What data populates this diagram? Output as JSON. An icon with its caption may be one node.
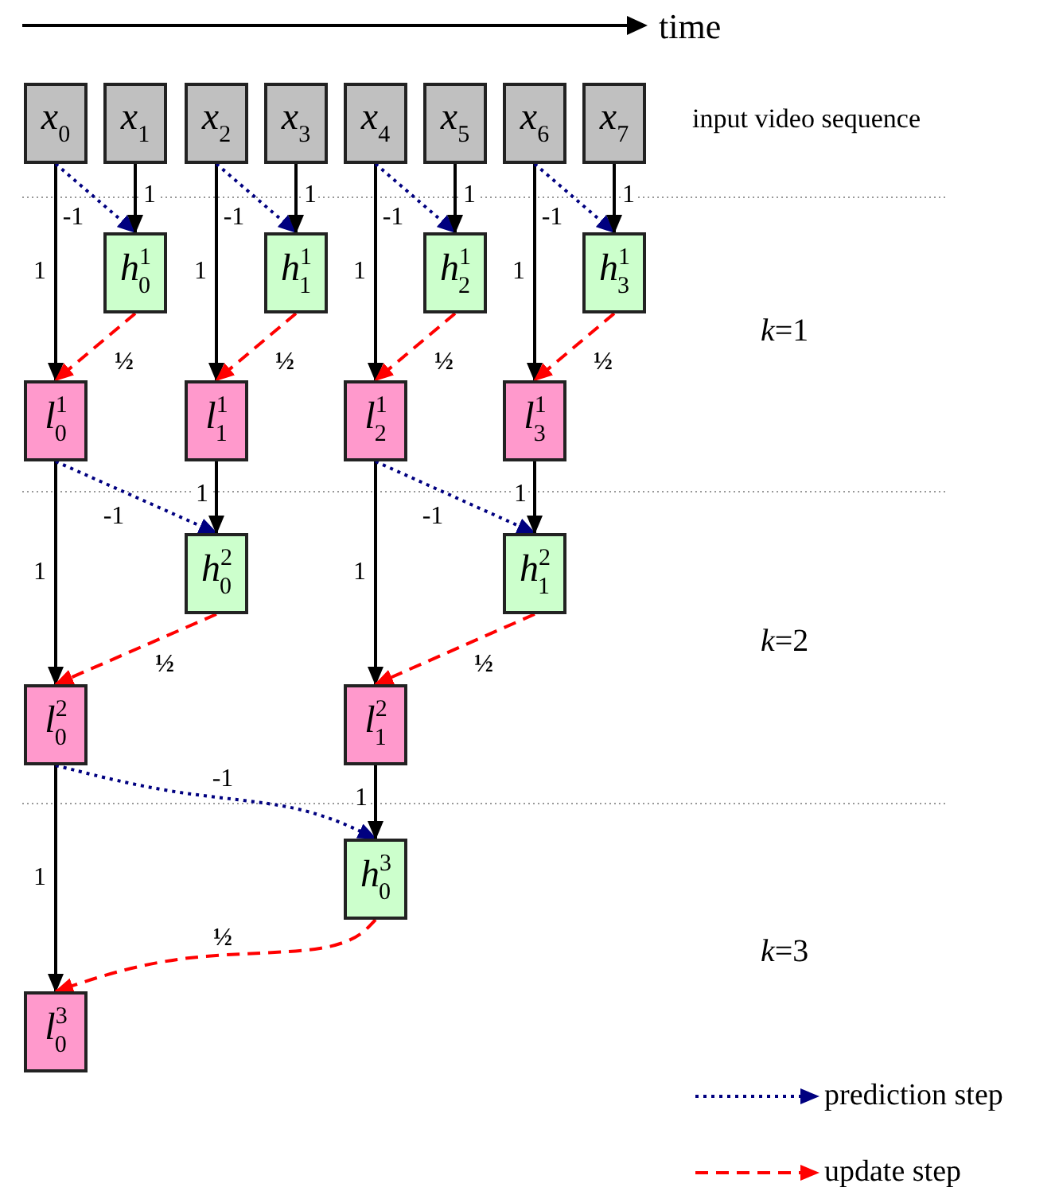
{
  "diagram": {
    "nodes": [
      {
        "text": [
          "*x*$_{0}$"
        ]
      },
      {
        "text": [
          "*x*$_{1}$"
        ]
      },
      {
        "text": [
          "*x*$_{2}$"
        ]
      },
      {
        "text": [
          "*x*$_{3}$"
        ]
      },
      {
        "text": [
          "*x*$_{4}$"
        ]
      },
      {
        "text": [
          "*x*$_{5}$"
        ]
      },
      {
        "text": [
          "*x*$_{6}$"
        ]
      },
      {
        "text": [
          "*x*$_{7}$"
        ]
      },
      {
        "text": [
          "*h*$^{1}$$_{0}$"
        ]
      },
      {
        "text": [
          "*h*$^{1}$$_{1}$"
        ]
      },
      {
        "text": [
          "*h*$^{1}$$_{2}$"
        ]
      },
      {
        "text": [
          "*h*$^{1}$$_{3}$"
        ]
      },
      {
        "text": [
          "*l*$^{1}$$_{0}$"
        ]
      },
      {
        "text": [
          "*l*$^{1}$$_{1}$"
        ]
      },
      {
        "text": [
          "*l*$^{1}$$_{2}$"
        ]
      },
      {
        "text": [
          "*l*$^{1}$$_{3}$"
        ]
      },
      {
        "text": [
          "*h*$^{2}$$_{0}$"
        ]
      },
      {
        "text": [
          "*h*$^{2}$$_{1}$"
        ]
      },
      {
        "text": [
          "*l*$^{2}$$_{0}$"
        ]
      },
      {
        "text": [
          "*l*$^{2}$$_{1}$"
        ]
      },
      {
        "text": [
          "*h*$^{3}$$_{0}$"
        ]
      },
      {
        "text": [
          "*l*$^{3}$$_{0}$"
        ]
      }
    ],
    "edges": [
      {
        "from": 0,
        "to": 12,
        "arrow": "to",
        "label": "1"
      },
      {
        "from": 0,
        "to": 8,
        "arrow": "to",
        "label": "-1",
        "style": "dashed",
        "color": "#000080"
      },
      {
        "from": 1,
        "to": 8,
        "arrow": "to",
        "label": "1"
      },
      {
        "from": 8,
        "to": 12,
        "arrow": "to",
        "label": "½",
        "style": "dashed",
        "color": "#ff0000"
      },
      {
        "from": 2,
        "to": 13,
        "arrow": "to",
        "label": "1"
      },
      {
        "from": 2,
        "to": 9,
        "arrow": "to",
        "label": "-1",
        "style": "dashed",
        "color": "#000080"
      },
      {
        "from": 3,
        "to": 9,
        "arrow": "to",
        "label": "1"
      },
      {
        "from": 9,
        "to": 13,
        "arrow": "to",
        "label": "½",
        "style": "dashed",
        "color": "#ff0000"
      },
      {
        "from": 4,
        "to": 14,
        "arrow": "to",
        "label": "1"
      },
      {
        "from": 4,
        "to": 10,
        "arrow": "to",
        "label": "-1",
        "style": "dashed",
        "color": "#000080"
      },
      {
        "from": 5,
        "to": 10,
        "arrow": "to",
        "label": "1"
      },
      {
        "from": 10,
        "to": 14,
        "arrow": "to",
        "label": "½",
        "style": "dashed",
        "color": "#ff0000"
      },
      {
        "from": 6,
        "to": 15,
        "arrow": "to",
        "label": "1"
      },
      {
        "from": 6,
        "to": 11,
        "arrow": "to",
        "label": "-1",
        "style": "dashed",
        "color": "#000080"
      },
      {
        "from": 7,
        "to": 11,
        "arrow": "to",
        "label": "1"
      },
      {
        "from": 11,
        "to": 15,
        "arrow": "to",
        "label": "½",
        "style": "dashed",
        "color": "#ff0000"
      },
      {
        "from": 12,
        "to": 18,
        "arrow": "to",
        "label": "1"
      },
      {
        "from": 12,
        "to": 16,
        "arrow": "to",
        "label": "-1",
        "style": "dashed",
        "color": "#000080"
      },
      {
        "from": 13,
        "to": 16,
        "arrow": "to",
        "label": "1"
      },
      {
        "from": 16,
        "to": 18,
        "arrow": "to",
        "label": "½",
        "style": "dashed",
        "color": "#ff0000"
      },
      {
        "from": 14,
        "to": 19,
        "arrow": "to",
        "label": "1"
      },
      {
        "from": 14,
        "to": 17,
        "arrow": "to",
        "label": "-1",
        "style": "dashed",
        "color": "#000080"
      },
      {
        "from": 15,
        "to": 17,
        "arrow": "to",
        "label": "1"
      },
      {
        "from": 17,
        "to": 19,
        "arrow": "to",
        "label": "½",
        "style": "dashed",
        "color": "#ff0000"
      },
      {
        "from": 18,
        "to": 21,
        "arrow": "to",
        "label": "1"
      },
      {
        "from": 18,
        "to": 20,
        "arrow": "to",
        "label": "-1",
        "style": "dashed",
        "color": "#000080"
      },
      {
        "from": 19,
        "to": 20,
        "arrow": "to",
        "label": "1"
      },
      {
        "from": 20,
        "to": 21,
        "arrow": "to",
        "label": "½",
        "style": "dashed",
        "color": "#ff0000"
      }
    ],
    "labels": [
      "time",
      "input video sequence",
      "*k*=1",
      "*k*=2",
      "*k*=3"
    ],
    "legend": [
      {
        "text": "prediction step"
      },
      {
        "text": "update step"
      }
    ]
  }
}
